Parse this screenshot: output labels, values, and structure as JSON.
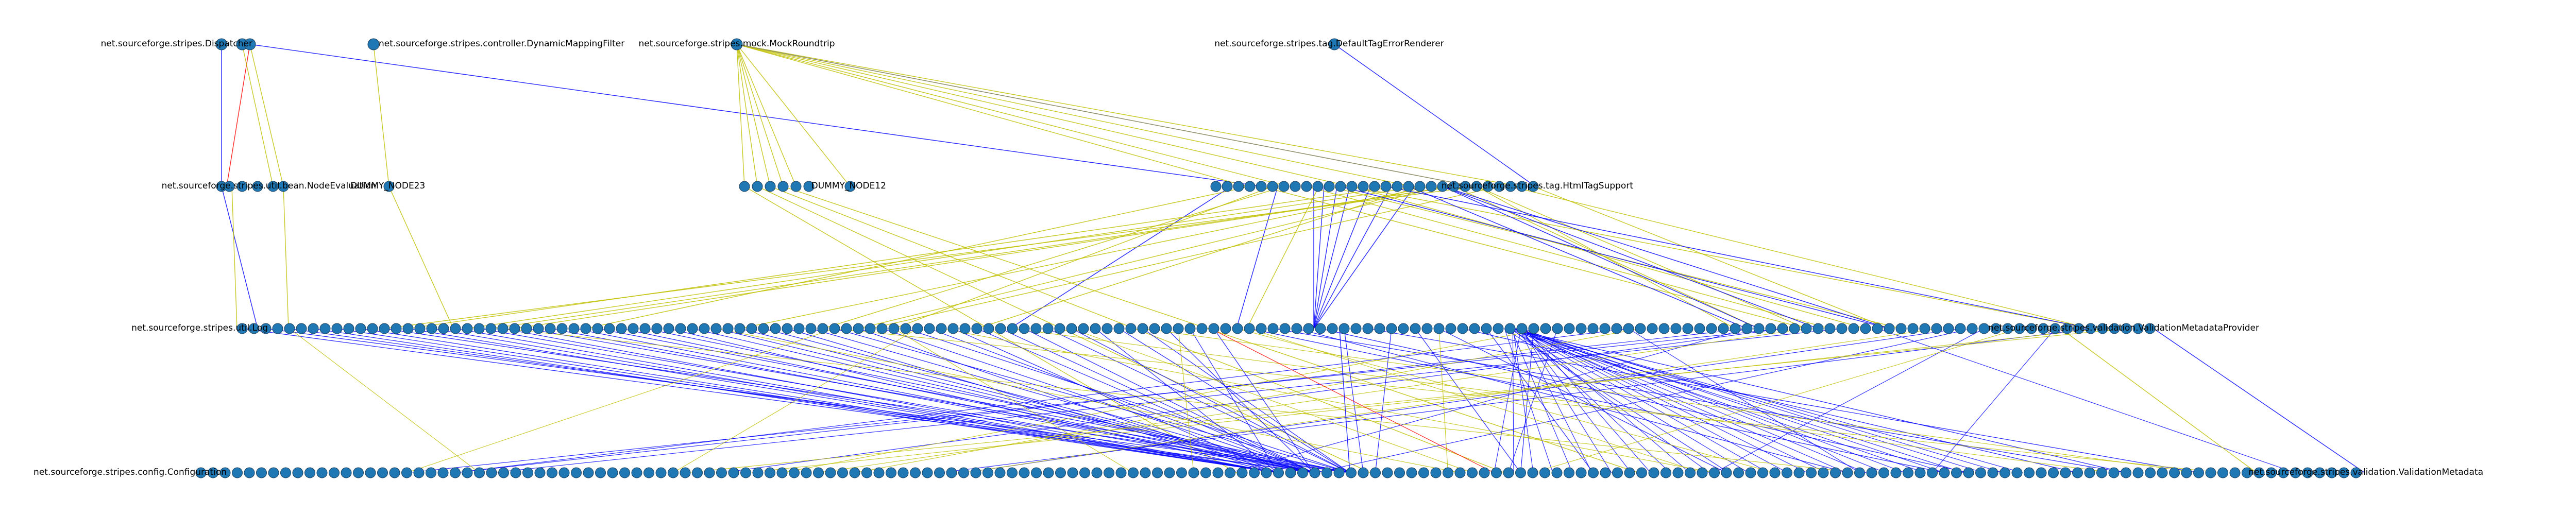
{
  "colors": {
    "node_fill": "#1f77b4",
    "edge_blue": "#0000ff",
    "edge_olive": "#bfbf00",
    "edge_red": "#ff0000",
    "edge_gray": "#808080"
  },
  "levels": [
    {
      "nodes": [
        {
          "id": "t1",
          "label": "net.sourceforge.stripes.Dispatcher"
        },
        {
          "id": "t2",
          "label": "net.sourceforge.stripes.controller.DynamicMappingFilter"
        },
        {
          "id": "t3",
          "label": "net.sourceforge.stripes.mock.MockRoundtrip"
        },
        {
          "id": "t4",
          "label": "net.sourceforge.stripes.tag.DefaultTagErrorRenderer"
        }
      ]
    },
    {
      "nodes": [
        {
          "id": "m1",
          "label": "net.sourceforge.stripes.util.bean.NodeEvaluation"
        },
        {
          "id": "m2",
          "label": "DUMMY_NODE23"
        },
        {
          "id": "m3",
          "label": "DUMMY_NODE12"
        },
        {
          "id": "m4",
          "label": "net.sourceforge.stripes.tag.HtmlTagSupport"
        }
      ]
    },
    {
      "nodes": [
        {
          "id": "b1",
          "label": "net.sourceforge.stripes.util.Log"
        },
        {
          "id": "b2",
          "label": "net.sourceforge.stripes.validation.ValidationMetadataProvider"
        }
      ]
    },
    {
      "nodes": [
        {
          "id": "z1",
          "label": "net.sourceforge.stripes.config.Configuration"
        },
        {
          "id": "z2",
          "label": "net.sourceforge.stripes.validation.ValidationMetadata"
        }
      ]
    }
  ]
}
